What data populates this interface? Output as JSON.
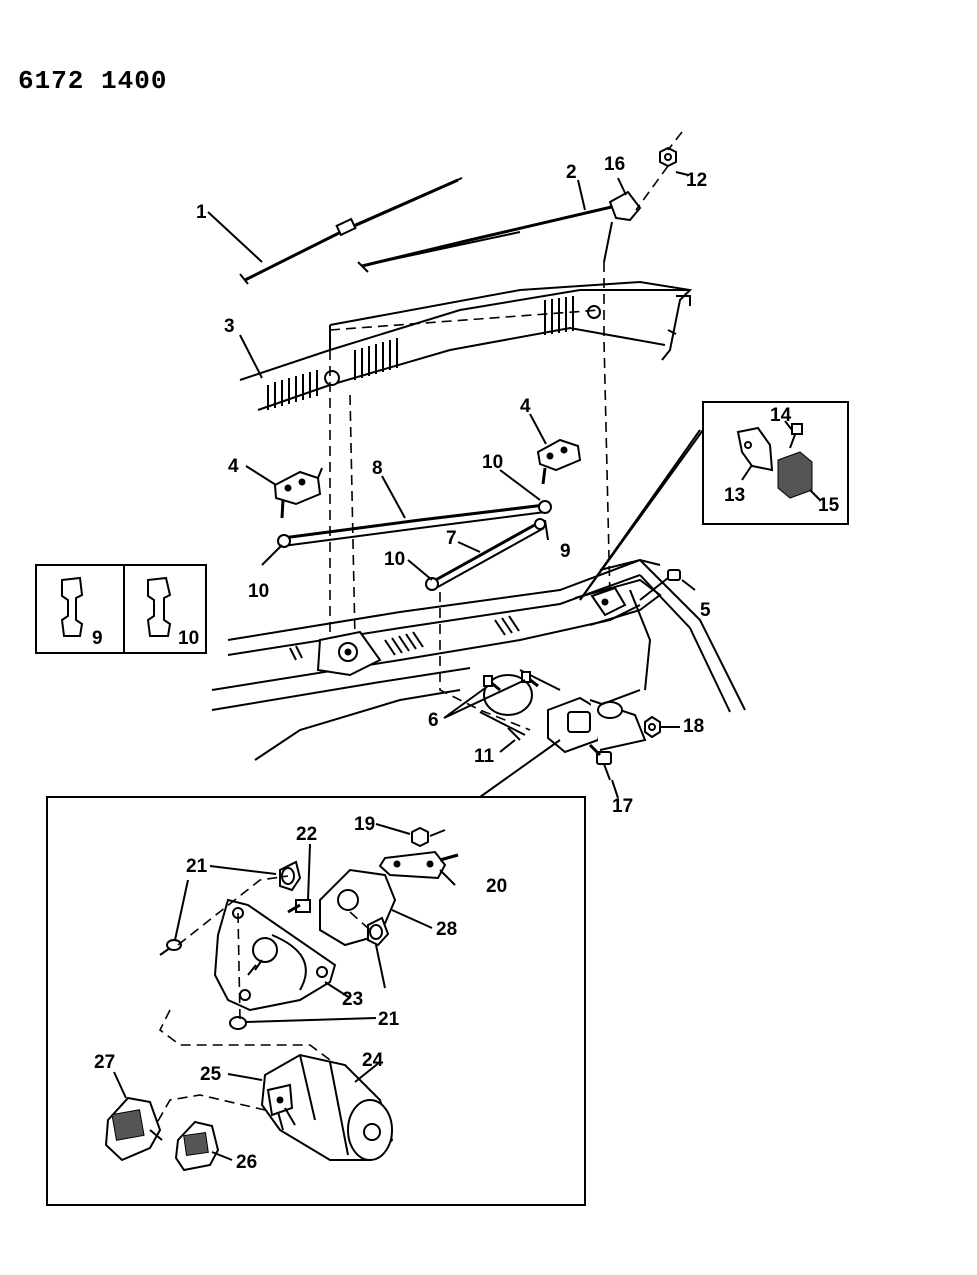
{
  "header": {
    "reference_number": "6172 1400"
  },
  "colors": {
    "ink": "#000000",
    "paper": "#ffffff"
  },
  "callouts": [
    {
      "id": "c1",
      "label": "1"
    },
    {
      "id": "c2",
      "label": "2"
    },
    {
      "id": "c16",
      "label": "16"
    },
    {
      "id": "c12",
      "label": "12"
    },
    {
      "id": "c3",
      "label": "3"
    },
    {
      "id": "c4a",
      "label": "4"
    },
    {
      "id": "c4b",
      "label": "4"
    },
    {
      "id": "c8",
      "label": "8"
    },
    {
      "id": "c10a",
      "label": "10"
    },
    {
      "id": "c10b",
      "label": "10"
    },
    {
      "id": "c10c",
      "label": "10"
    },
    {
      "id": "c7",
      "label": "7"
    },
    {
      "id": "c9a",
      "label": "9"
    },
    {
      "id": "c14",
      "label": "14"
    },
    {
      "id": "c13",
      "label": "13"
    },
    {
      "id": "c15",
      "label": "15"
    },
    {
      "id": "c5",
      "label": "5"
    },
    {
      "id": "c6",
      "label": "6"
    },
    {
      "id": "c11",
      "label": "11"
    },
    {
      "id": "c18",
      "label": "18"
    },
    {
      "id": "c17",
      "label": "17"
    },
    {
      "id": "c9b",
      "label": "9"
    },
    {
      "id": "c10d",
      "label": "10"
    },
    {
      "id": "c19",
      "label": "19"
    },
    {
      "id": "c20",
      "label": "20"
    },
    {
      "id": "c22",
      "label": "22"
    },
    {
      "id": "c21a",
      "label": "21"
    },
    {
      "id": "c28",
      "label": "28"
    },
    {
      "id": "c21b",
      "label": "21"
    },
    {
      "id": "c23",
      "label": "23"
    },
    {
      "id": "c21c",
      "label": "21"
    },
    {
      "id": "c24",
      "label": "24"
    },
    {
      "id": "c25",
      "label": "25"
    },
    {
      "id": "c27",
      "label": "27"
    },
    {
      "id": "c26",
      "label": "26"
    }
  ]
}
